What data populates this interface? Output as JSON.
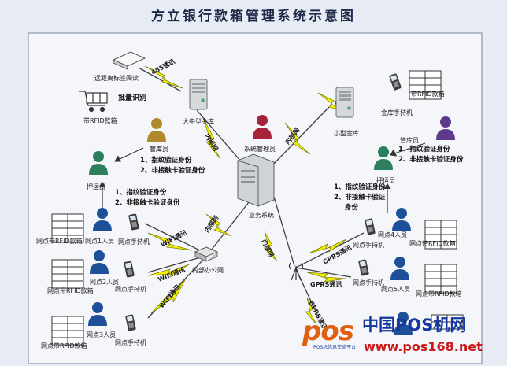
{
  "title": "方立银行款箱管理系统示意图",
  "colors": {
    "background": "#e7ebf3",
    "panel": "#f4f6fa",
    "link_lightning": "#f2f000",
    "link_stroke": "#7c7c00",
    "person_green": "#2d7f5e",
    "person_red": "#a6243a",
    "person_purple": "#5e3a8c",
    "person_blue": "#1e4f99",
    "watermark_orange": "#e06010",
    "watermark_blue": "#1537a0",
    "watermark_red": "#cc1a1a"
  },
  "nodes": {
    "rfid_reader": "远距离标签阅读",
    "batch_identify": "批量识别",
    "cart_with_rfid": "带RFID款箱",
    "large_vault": "大中型金库",
    "system_admin": "系统管理员",
    "small_vault": "小型金库",
    "vault_handheld": "金库手持机",
    "rfid_box_top_right": "带RFID款箱",
    "vault_keeper_left": "管库员",
    "vault_keeper_right": "管库员",
    "escort_left": "押运员",
    "escort_right": "押运员",
    "business_system": "业务系统",
    "internal_office_net": "内部办公网",
    "branch_person_1": "网点1人员",
    "branch_person_2": "网点2人员",
    "branch_person_3": "网点3人员",
    "branch_person_4": "网点4人员",
    "branch_person_5": "网点5人员",
    "branch_rfid_box": "网点带RFID款箱",
    "branch_handheld": "网点手持机"
  },
  "auth_steps": {
    "step1": "1、指纹验证身份",
    "step2": "2、非接触卡验证身份",
    "step2_wrapped_a": "2、非接触卡验证",
    "step2_wrapped_b": "身份"
  },
  "links": {
    "rs485": "485通讯",
    "intranet": "内部网",
    "wifi": "WIFI通讯",
    "gprs": "GPRS通讯"
  },
  "watermark": {
    "logo": "pos",
    "brand": "中国POS机网",
    "url": "www.pos168.net",
    "tagline": "POS机信息交流平台"
  }
}
